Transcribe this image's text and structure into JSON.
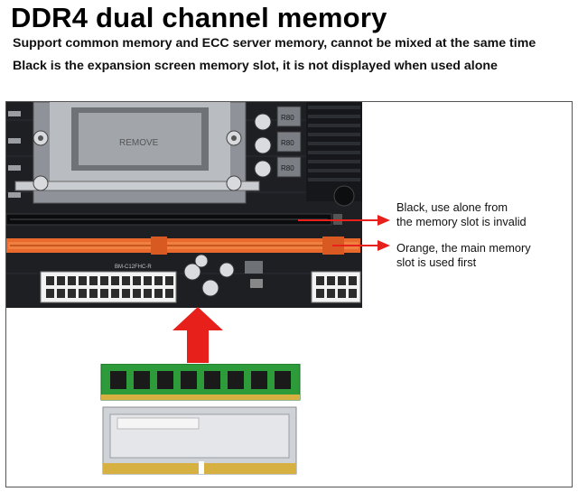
{
  "title": "DDR4 dual channel memory",
  "subtitle_line1": "Support common memory and ECC server memory, cannot be mixed at the same time",
  "subtitle_line2": "Black is the expansion screen memory slot, it is not displayed when used alone",
  "callouts": {
    "black_line1": "Black, use alone from",
    "black_line2": "the memory slot is invalid",
    "orange_line1": "Orange, the main memory",
    "orange_line2": "slot is used first"
  },
  "board_marks": {
    "socket_text": "REMOVE",
    "choke1": "R80",
    "choke2": "R80",
    "choke3": "R80",
    "pcb_label": "BM-C12FHC-R"
  },
  "colors": {
    "accent_red": "#e8201c",
    "slot_orange": "#ea6a2d",
    "pcb": "#1d1f23",
    "ram_green": "#2d9b3a"
  }
}
